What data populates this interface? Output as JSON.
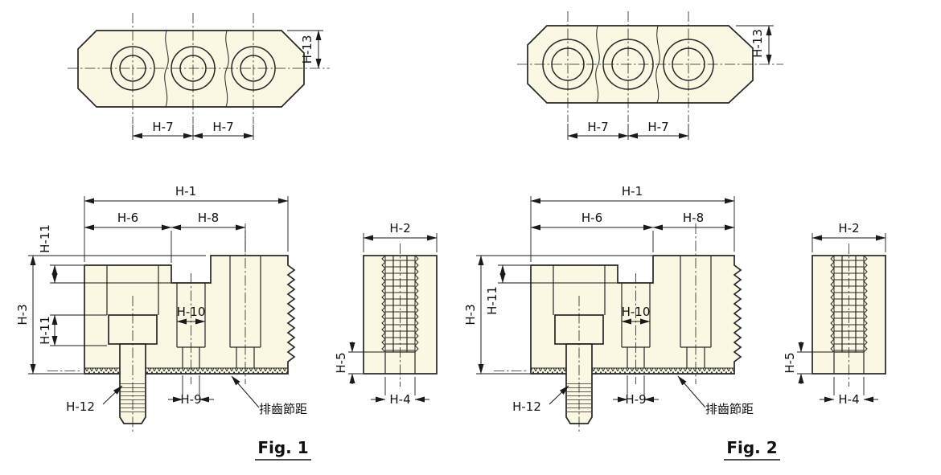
{
  "labels": {
    "h1": "H-1",
    "h2": "H-2",
    "h3": "H-3",
    "h4": "H-4",
    "h5": "H-5",
    "h6": "H-6",
    "h7": "H-7",
    "h8": "H-8",
    "h9": "H-9",
    "h10": "H-10",
    "h11": "H-11",
    "h12": "H-12",
    "h13": "H-13",
    "pitch": "排齒節距"
  },
  "captions": {
    "fig1": "Fig. 1",
    "fig2": "Fig. 2"
  },
  "colors": {
    "part_fill": "#faf7e3",
    "line_color": "#262626",
    "dim_color": "#1a1a1a",
    "background": "#ffffff"
  }
}
